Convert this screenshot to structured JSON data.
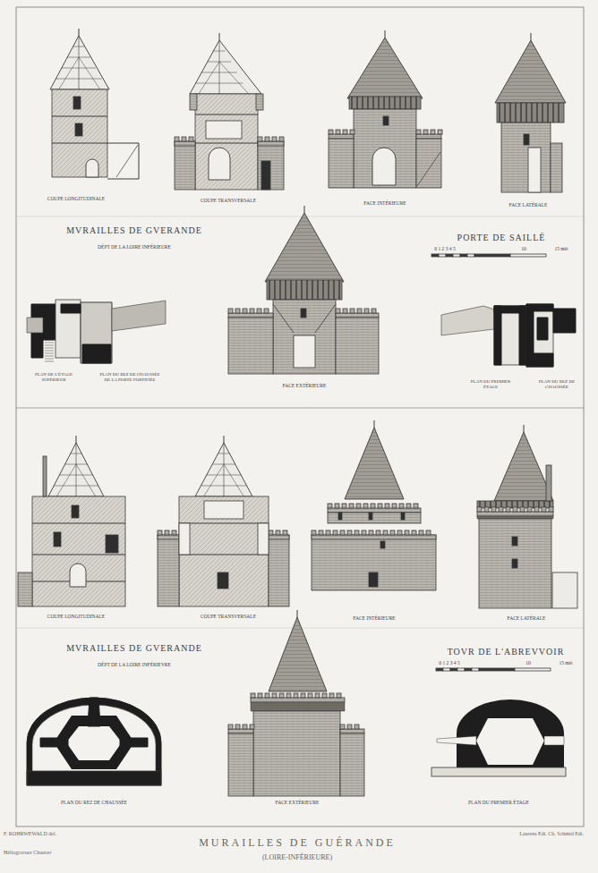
{
  "diagram": {
    "title": "MURAILLES DE GUÉRANDE",
    "labels": [
      "COUPE LONGITUDINALE",
      "COUPE TRANSVERSALE",
      "FACE INTÉRIEURE",
      "FACE LATÉRALE",
      "MVRAILLES DE GVERANDE",
      "DÉPT DE LA LOIRE INFÉRIEURE",
      "PORTE DE SAILLÉ",
      "0 1 2 3 4 5",
      "10",
      "15 mèt",
      "PLAN DE L'ÉTAGE SUPÉRIEUR",
      "PLAN DU REZ DE CHAUSSÉE DE LA PORTE FORTIFIÉE",
      "FACE EXTÉRIEURE",
      "PLAN DU PREMIER ÉTAGE",
      "PLAN DU REZ DE CHAUSSÉE",
      "COUPE LONGITUDINALE",
      "COUPE TRANSVERSALE",
      "FACE INTÉRIEURE",
      "FACE LATÉRALE",
      "MVRAILLES DE GVERANDE",
      "DÉPT DE LA LOIRE INFÉRIEVRE",
      "TOVR DE L'ABREVVOIR",
      "0 1 2 3 4 5",
      "10",
      "15 mèt",
      "PLAN DU REZ DE CHAUSSÉE",
      "FACE EXTÉRIEURE",
      "PLAN DU PREMIER ÉTAGE",
      "F. ROHRWEWALD del.",
      "Héliogravure Chauvet",
      "Laurens Edt. Ch. Schmid Edt.",
      "(LOIRE-INFÉRIEURE)"
    ]
  }
}
